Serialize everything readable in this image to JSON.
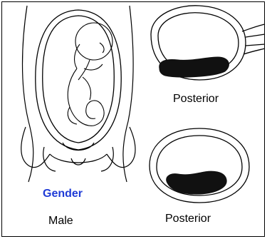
{
  "labels": {
    "posterior_top": "Posterior",
    "posterior_bottom": "Posterior",
    "gender_title": "Gender",
    "gender_value": "Male"
  },
  "colors": {
    "gender_title": "#1f3bd6",
    "line": "#000000",
    "fill_dark": "#111111"
  }
}
